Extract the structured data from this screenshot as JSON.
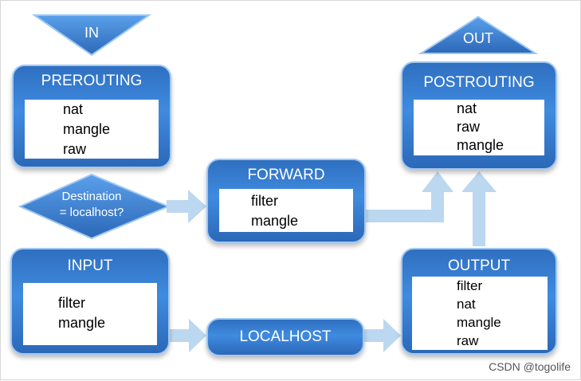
{
  "entry": {
    "label": "IN"
  },
  "exit": {
    "label": "OUT"
  },
  "prerouting": {
    "title": "PREROUTING",
    "tables": [
      "nat",
      "mangle",
      "raw"
    ]
  },
  "decision": {
    "line1": "Destination",
    "line2": "= localhost?"
  },
  "forward": {
    "title": "FORWARD",
    "tables": [
      "filter",
      "mangle"
    ]
  },
  "postrouting": {
    "title": "POSTROUTING",
    "tables": [
      "nat",
      "raw",
      "mangle"
    ]
  },
  "input": {
    "title": "INPUT",
    "tables": [
      "filter",
      "mangle"
    ]
  },
  "localhost": {
    "title": "LOCALHOST"
  },
  "output": {
    "title": "OUTPUT",
    "tables": [
      "filter",
      "nat",
      "mangle",
      "raw"
    ]
  },
  "watermark": "CSDN @togolife",
  "colors": {
    "box": "#3a80d6",
    "border": "#9fc8f3",
    "arrow": "#bcd7f0",
    "table_bg": "#ffffff"
  }
}
